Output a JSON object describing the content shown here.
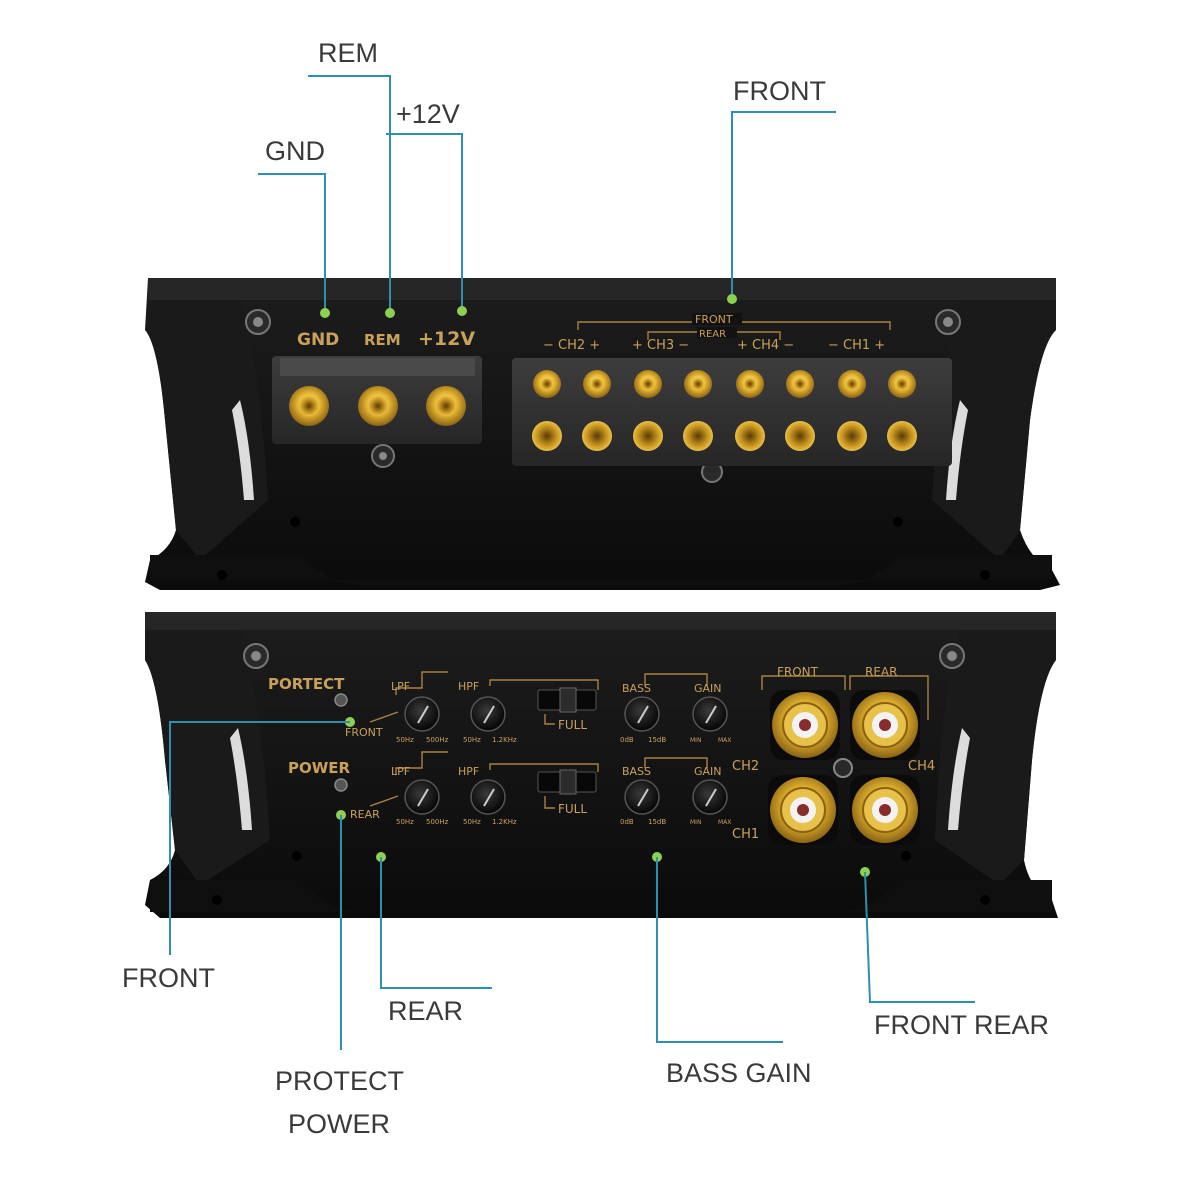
{
  "callouts": {
    "rem": "REM",
    "v12": "+12V",
    "gnd": "GND",
    "front_top": "FRONT",
    "front_left": "FRONT",
    "rear": "REAR",
    "front_rear": "FRONT REAR",
    "protect": "PROTECT",
    "power": "POWER",
    "bass_gain": "BASS GAIN"
  },
  "top_panel": {
    "gnd": "GND",
    "rem": "REM",
    "v12": "+12V",
    "front": "FRONT",
    "rear": "REAR",
    "ch2": "− CH2 +",
    "ch3": "+ CH3 −",
    "ch4": "+ CH4 −",
    "ch1": "− CH1 +"
  },
  "bottom_panel": {
    "protect": "PORTECT",
    "power": "POWER",
    "front_label": "FRONT",
    "rear_label": "REAR",
    "lpf": "LPF",
    "hpf": "HPF",
    "full": "FULL",
    "bass": "BASS",
    "gain": "GAIN",
    "lpf_min": "50Hz",
    "lpf_max": "500Hz",
    "hpf_min": "50Hz",
    "hpf_max": "1.2KHz",
    "bass_min": "0dB",
    "bass_max": "15dB",
    "gain_min": "MIN",
    "gain_max": "MAX",
    "rca_front": "FRONT",
    "rca_rear": "REAR",
    "ch1": "CH1",
    "ch2": "CH2",
    "ch4": "CH4"
  },
  "colors": {
    "leader": "#2e8fae",
    "dot": "#8fd14f",
    "silkscreen": "#c9a15a",
    "panel": "#121212",
    "terminal_gold": "#d9a92a"
  }
}
